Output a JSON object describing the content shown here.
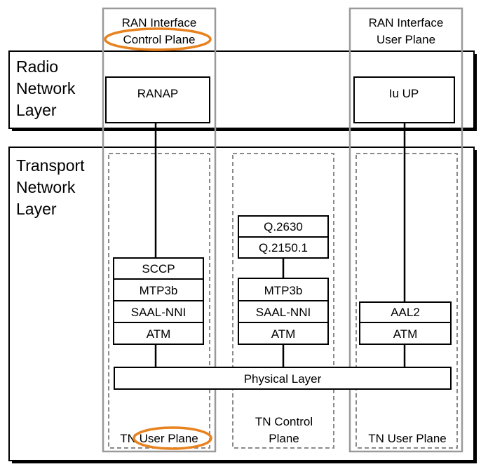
{
  "planes": {
    "ran_control_line1": "RAN Interface",
    "ran_control_line2": "Control Plane",
    "ran_user_line1": "RAN Interface",
    "ran_user_line2": "User Plane"
  },
  "layers": {
    "radio_line1": "Radio",
    "radio_line2": "Network",
    "radio_line3": "Layer",
    "transport_line1": "Transport",
    "transport_line2": "Network",
    "transport_line3": "Layer"
  },
  "protocols": {
    "ranap": "RANAP",
    "iu_up": "Iu UP",
    "q2630": "Q.2630",
    "q2150": "Q.2150.1",
    "sccp": "SCCP",
    "mtp3b_left": "MTP3b",
    "saal_left": "SAAL-NNI",
    "atm_left": "ATM",
    "mtp3b_mid": "MTP3b",
    "saal_mid": "SAAL-NNI",
    "atm_mid": "ATM",
    "aal2": "AAL2",
    "atm_right": "ATM",
    "physical": "Physical Layer"
  },
  "tn_planes": {
    "left": "TN User Plane",
    "middle_line1": "TN Control",
    "middle_line2": "Plane",
    "right": "TN User Plane"
  },
  "colors": {
    "highlight_oval": "#e8821e",
    "plane_frame": "#9a9a9a",
    "shadow": "#000000"
  }
}
